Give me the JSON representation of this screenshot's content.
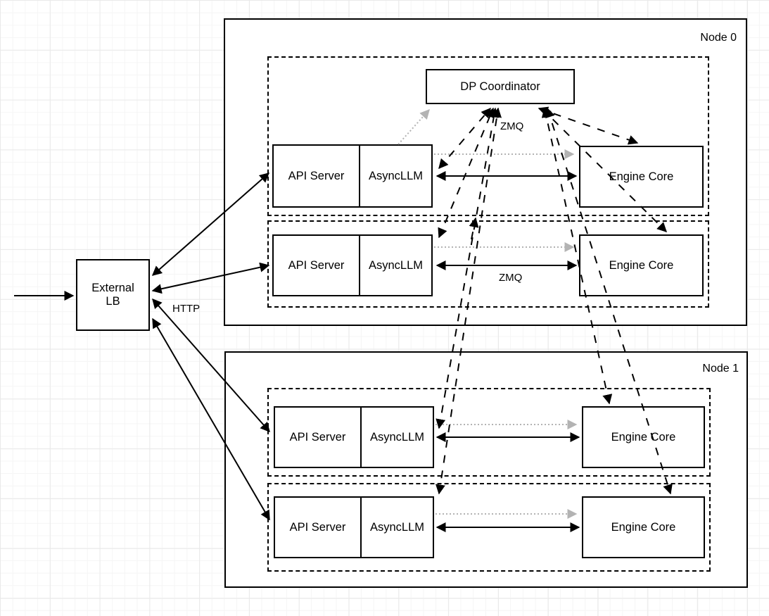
{
  "colors": {
    "shape_stroke": "#000000",
    "dotted_arrow_gray": "#b3b3b3",
    "grid_minor": "#f5f5f5",
    "grid_major": "#e9e9e9",
    "canvas_background": "#ffffff"
  },
  "external_lb": {
    "line1": "External",
    "line2": "LB"
  },
  "coordinator": {
    "label": "DP Coordinator"
  },
  "edge_labels": {
    "http": "HTTP",
    "zmq_node0_row1": "ZMQ",
    "zmq_node0_row2": "ZMQ"
  },
  "nodes": [
    {
      "label": "Node 0",
      "rows": [
        {
          "api_server": "API Server",
          "async_llm": "AsyncLLM",
          "engine_core": "Engine Core"
        },
        {
          "api_server": "API Server",
          "async_llm": "AsyncLLM",
          "engine_core": "Engine Core"
        }
      ]
    },
    {
      "label": "Node 1",
      "rows": [
        {
          "api_server": "API Server",
          "async_llm": "AsyncLLM",
          "engine_core": "Engine Core"
        },
        {
          "api_server": "API Server",
          "async_llm": "AsyncLLM",
          "engine_core": "Engine Core"
        }
      ]
    }
  ]
}
